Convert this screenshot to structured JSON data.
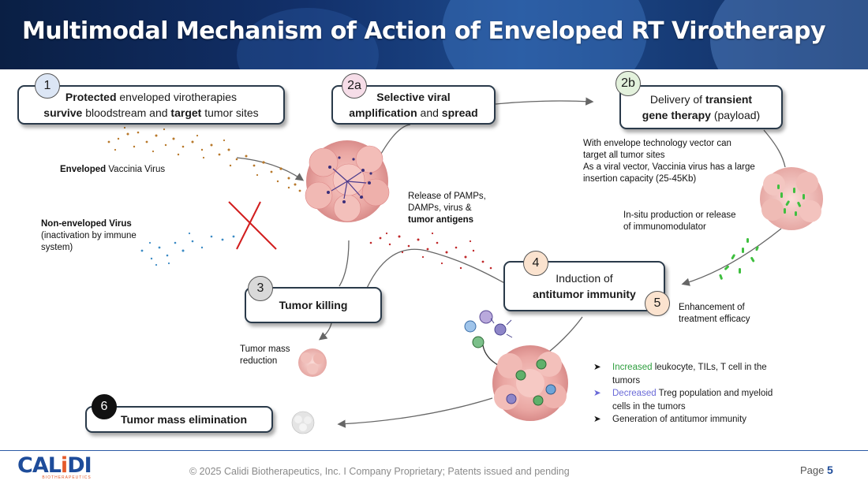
{
  "title": "Multimodal Mechanism of Action of Enveloped RT Virotherapy",
  "steps": {
    "s1": {
      "badge": "1",
      "t1": "Protected",
      "t2": " enveloped virotherapies",
      "t3": "survive",
      "t4": " bloodstream and ",
      "t5": "target",
      "t6": " tumor sites"
    },
    "s2a": {
      "badge": "2a",
      "t1": "Selective viral",
      "t2": "amplification",
      "t3": " and ",
      "t4": "spread"
    },
    "s2b": {
      "badge": "2b",
      "t1": "Delivery of ",
      "t2": "transient",
      "t3": "gene therapy",
      "t4": " (payload)"
    },
    "s3": {
      "badge": "3",
      "label": "Tumor killing"
    },
    "s4": {
      "badge": "4",
      "t1": "Induction of",
      "t2": "antitumor immunity"
    },
    "s5": {
      "badge": "5"
    },
    "s6": {
      "badge": "6",
      "label": "Tumor mass elimination"
    }
  },
  "annotations": {
    "enveloped_bold": "Enveloped",
    "enveloped_rest": " Vaccinia Virus",
    "nonenv_bold": "Non-enveloped Virus",
    "nonenv_l2": "(inactivation by immune",
    "nonenv_l3": "system)",
    "release_l1": "Release of PAMPs,",
    "release_l2": "DAMPs, virus &",
    "release_l3": "tumor antigens",
    "envelope_l1": "With envelope technology vector can",
    "envelope_l2": "target all tumor sites",
    "envelope_l3": "As a viral vector, Vaccinia virus  has a large",
    "envelope_l4": "insertion capacity (25-45Kb)",
    "insitu_l1": "In-situ production or release",
    "insitu_l2": "of immunomodulator",
    "enhance_l1": "Enhancement of",
    "enhance_l2": "treatment efficacy",
    "tumor_mass_l1": "Tumor mass",
    "tumor_mass_l2": "reduction"
  },
  "bullets": [
    {
      "colored": "Increased",
      "rest": " leukocyte, TILs, T cell in the",
      "cont": "tumors",
      "color": "#2e9e3e"
    },
    {
      "colored": "Decreased",
      "rest": " Treg population and myeloid",
      "cont": "cells in the tumors",
      "color": "#6a6ad8"
    },
    {
      "colored": "",
      "rest": "Generation of antitumor immunity",
      "cont": "",
      "color": "#111111"
    }
  ],
  "footer": {
    "logo_main": "CAL",
    "logo_i": "i",
    "logo_end": "DI",
    "logo_sub": "BIOTHERAPEUTICS",
    "copyright": "© 2025 Calidi Biotherapeutics, Inc. I  Company Proprietary; Patents issued and pending",
    "page_label": "Page",
    "page_number": "5"
  },
  "colors": {
    "accent_blue": "#1e4c9a",
    "accent_orange": "#e45a2a",
    "badge_blue": "#dce6f5",
    "badge_pink": "#f6dde8",
    "badge_green": "#e3f1dc",
    "badge_gray": "#d9d9d9",
    "badge_orange": "#fbe3cf",
    "badge_black": "#111111"
  },
  "icons": {
    "tumor": "tumor-cell-cluster-icon",
    "immune": "immune-cell-icon",
    "cross": "red-cross-icon"
  }
}
